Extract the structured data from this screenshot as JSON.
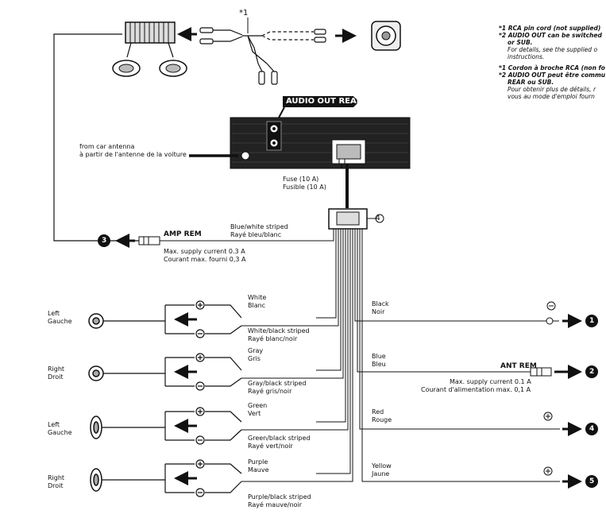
{
  "marks": {
    "star1": "*1",
    "star2": "*2",
    "n1": "1",
    "n2": "2",
    "n3": "3",
    "n4": "4",
    "n5": "5"
  },
  "notes": {
    "en1": "*1 RCA pin cord (not supplied)",
    "en2": "*2 AUDIO OUT can be switched",
    "en2b": "or SUB.",
    "en3": "For details, see the supplied o",
    "en3b": "instructions.",
    "fr1": "*1 Cordon à broche RCA (non fo",
    "fr2": "*2 AUDIO OUT peut être commu",
    "fr2b": "REAR ou SUB.",
    "fr3": "Pour obtenir plus de détails, r",
    "fr3b": "vous au mode d'emploi fourn"
  },
  "head_unit": {
    "audio_out_label": "AUDIO OUT REAR",
    "antenna_en": "from car antenna",
    "antenna_fr": "à partir de l'antenne de la voiture",
    "fuse_en": "Fuse (10 A)",
    "fuse_fr": "Fusible (10 A)"
  },
  "amp_rem": {
    "label": "AMP REM",
    "wire_en": "Blue/white striped",
    "wire_fr": "Rayé bleu/blanc",
    "current_en": "Max. supply current 0.3 A",
    "current_fr": "Courant max. fourni 0,3 A"
  },
  "speakers": [
    {
      "pos_en": "Left",
      "pos_fr": "Gauche",
      "plus_en": "White",
      "plus_fr": "Blanc",
      "minus_en": "White/black striped",
      "minus_fr": "Rayé blanc/noir"
    },
    {
      "pos_en": "Right",
      "pos_fr": "Droit",
      "plus_en": "Gray",
      "plus_fr": "Gris",
      "minus_en": "Gray/black striped",
      "minus_fr": "Rayé gris/noir"
    },
    {
      "pos_en": "Left",
      "pos_fr": "Gauche",
      "plus_en": "Green",
      "plus_fr": "Vert",
      "minus_en": "Green/black striped",
      "minus_fr": "Rayé vert/noir"
    },
    {
      "pos_en": "Right",
      "pos_fr": "Droit",
      "plus_en": "Purple",
      "plus_fr": "Mauve",
      "minus_en": "Purple/black striped",
      "minus_fr": "Rayé mauve/noir"
    }
  ],
  "power_wires": [
    {
      "en": "Black",
      "fr": "Noir"
    },
    {
      "en": "Blue",
      "fr": "Bleu"
    },
    {
      "en": "Red",
      "fr": "Rouge"
    },
    {
      "en": "Yellow",
      "fr": "Jaune"
    }
  ],
  "ant_rem": {
    "label": "ANT REM",
    "current_en": "Max. supply current 0.1 A",
    "current_fr": "Courant d'alimentation max. 0,1 A"
  }
}
